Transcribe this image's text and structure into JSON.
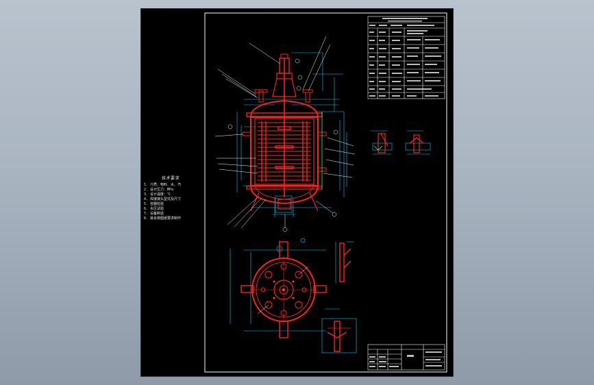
{
  "drawing": {
    "background": "#000000",
    "frame_color": "#ffffff",
    "vessel_color": "#ff2020",
    "dimension_color": "#00d0ff",
    "leader_color": "#ffffff"
  },
  "notes": {
    "title": "技术要求",
    "items": [
      "1. 介质：物料、水、汽",
      "2. 设计压力：MPa",
      "3. 设计温度：℃",
      "4. 焊接接头型式及尺寸",
      "5. 容器检验",
      "6. 水压试验",
      "7. 设备制造",
      "8. 其余按图纸要求制作"
    ]
  },
  "icons": [
    "vessel-elevation-view",
    "vessel-plan-view",
    "detail-view",
    "title-block-grid",
    "data-table-grid"
  ]
}
